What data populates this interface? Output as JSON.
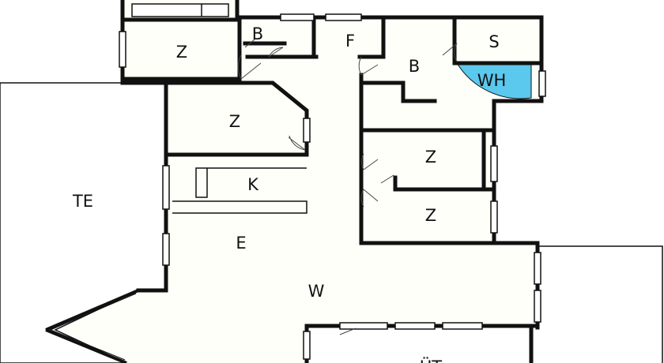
{
  "floorplan": {
    "rooms": [
      {
        "id": "te",
        "label": "TE"
      },
      {
        "id": "z1",
        "label": "Z"
      },
      {
        "id": "b1",
        "label": "B"
      },
      {
        "id": "f",
        "label": "F"
      },
      {
        "id": "b2",
        "label": "B"
      },
      {
        "id": "s",
        "label": "S"
      },
      {
        "id": "wh",
        "label": "WH"
      },
      {
        "id": "z2",
        "label": "Z"
      },
      {
        "id": "k",
        "label": "K"
      },
      {
        "id": "z3",
        "label": "Z"
      },
      {
        "id": "z4",
        "label": "Z"
      },
      {
        "id": "e",
        "label": "E"
      },
      {
        "id": "w",
        "label": "W"
      },
      {
        "id": "ut",
        "label": "ÜT"
      }
    ],
    "colors": {
      "wall": "#111111",
      "floor": "#fffff9",
      "terrace": "#ffffff",
      "highlight": "#5bc8ee"
    }
  }
}
